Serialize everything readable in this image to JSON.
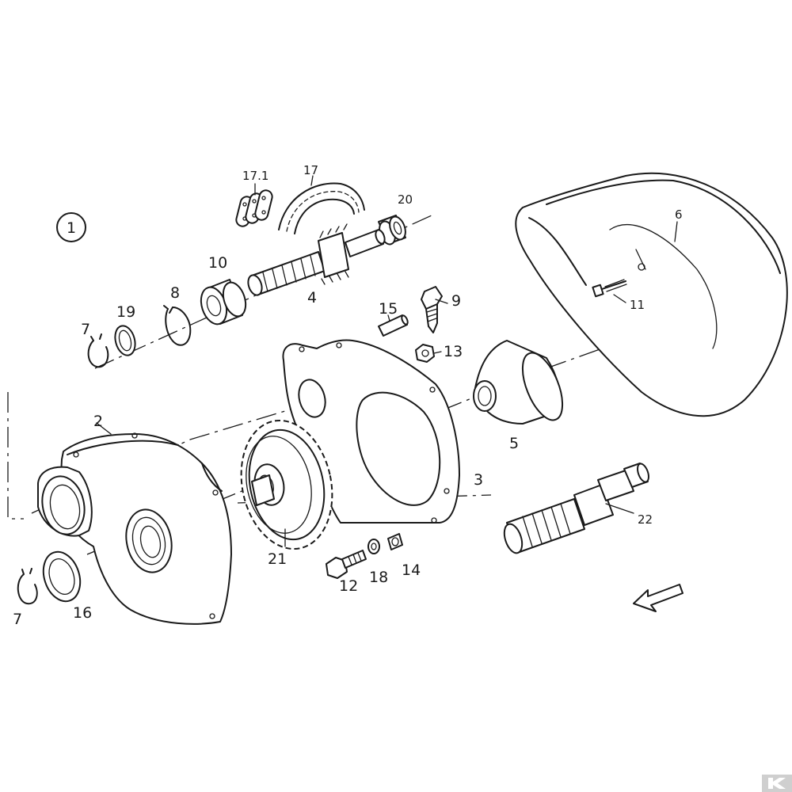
{
  "group_marker": "1",
  "labels": {
    "p2": "2",
    "p3": "3",
    "p4": "4",
    "p5": "5",
    "p6": "6",
    "p7_top": "7",
    "p7_bottom": "7",
    "p8": "8",
    "p9": "9",
    "p10": "10",
    "p11": "11",
    "p12": "12",
    "p13": "13",
    "p14": "14",
    "p15": "15",
    "p16": "16",
    "p17": "17",
    "p17_1": "17.1",
    "p18": "18",
    "p19": "19",
    "p20": "20",
    "p21": "21",
    "p22": "22"
  },
  "colors": {
    "line": "#1a1a1a",
    "background": "#ffffff",
    "logo": "#cfcfcf"
  },
  "icons": {
    "direction": "direction-arrow-icon",
    "logo": "brand-logo-icon"
  }
}
